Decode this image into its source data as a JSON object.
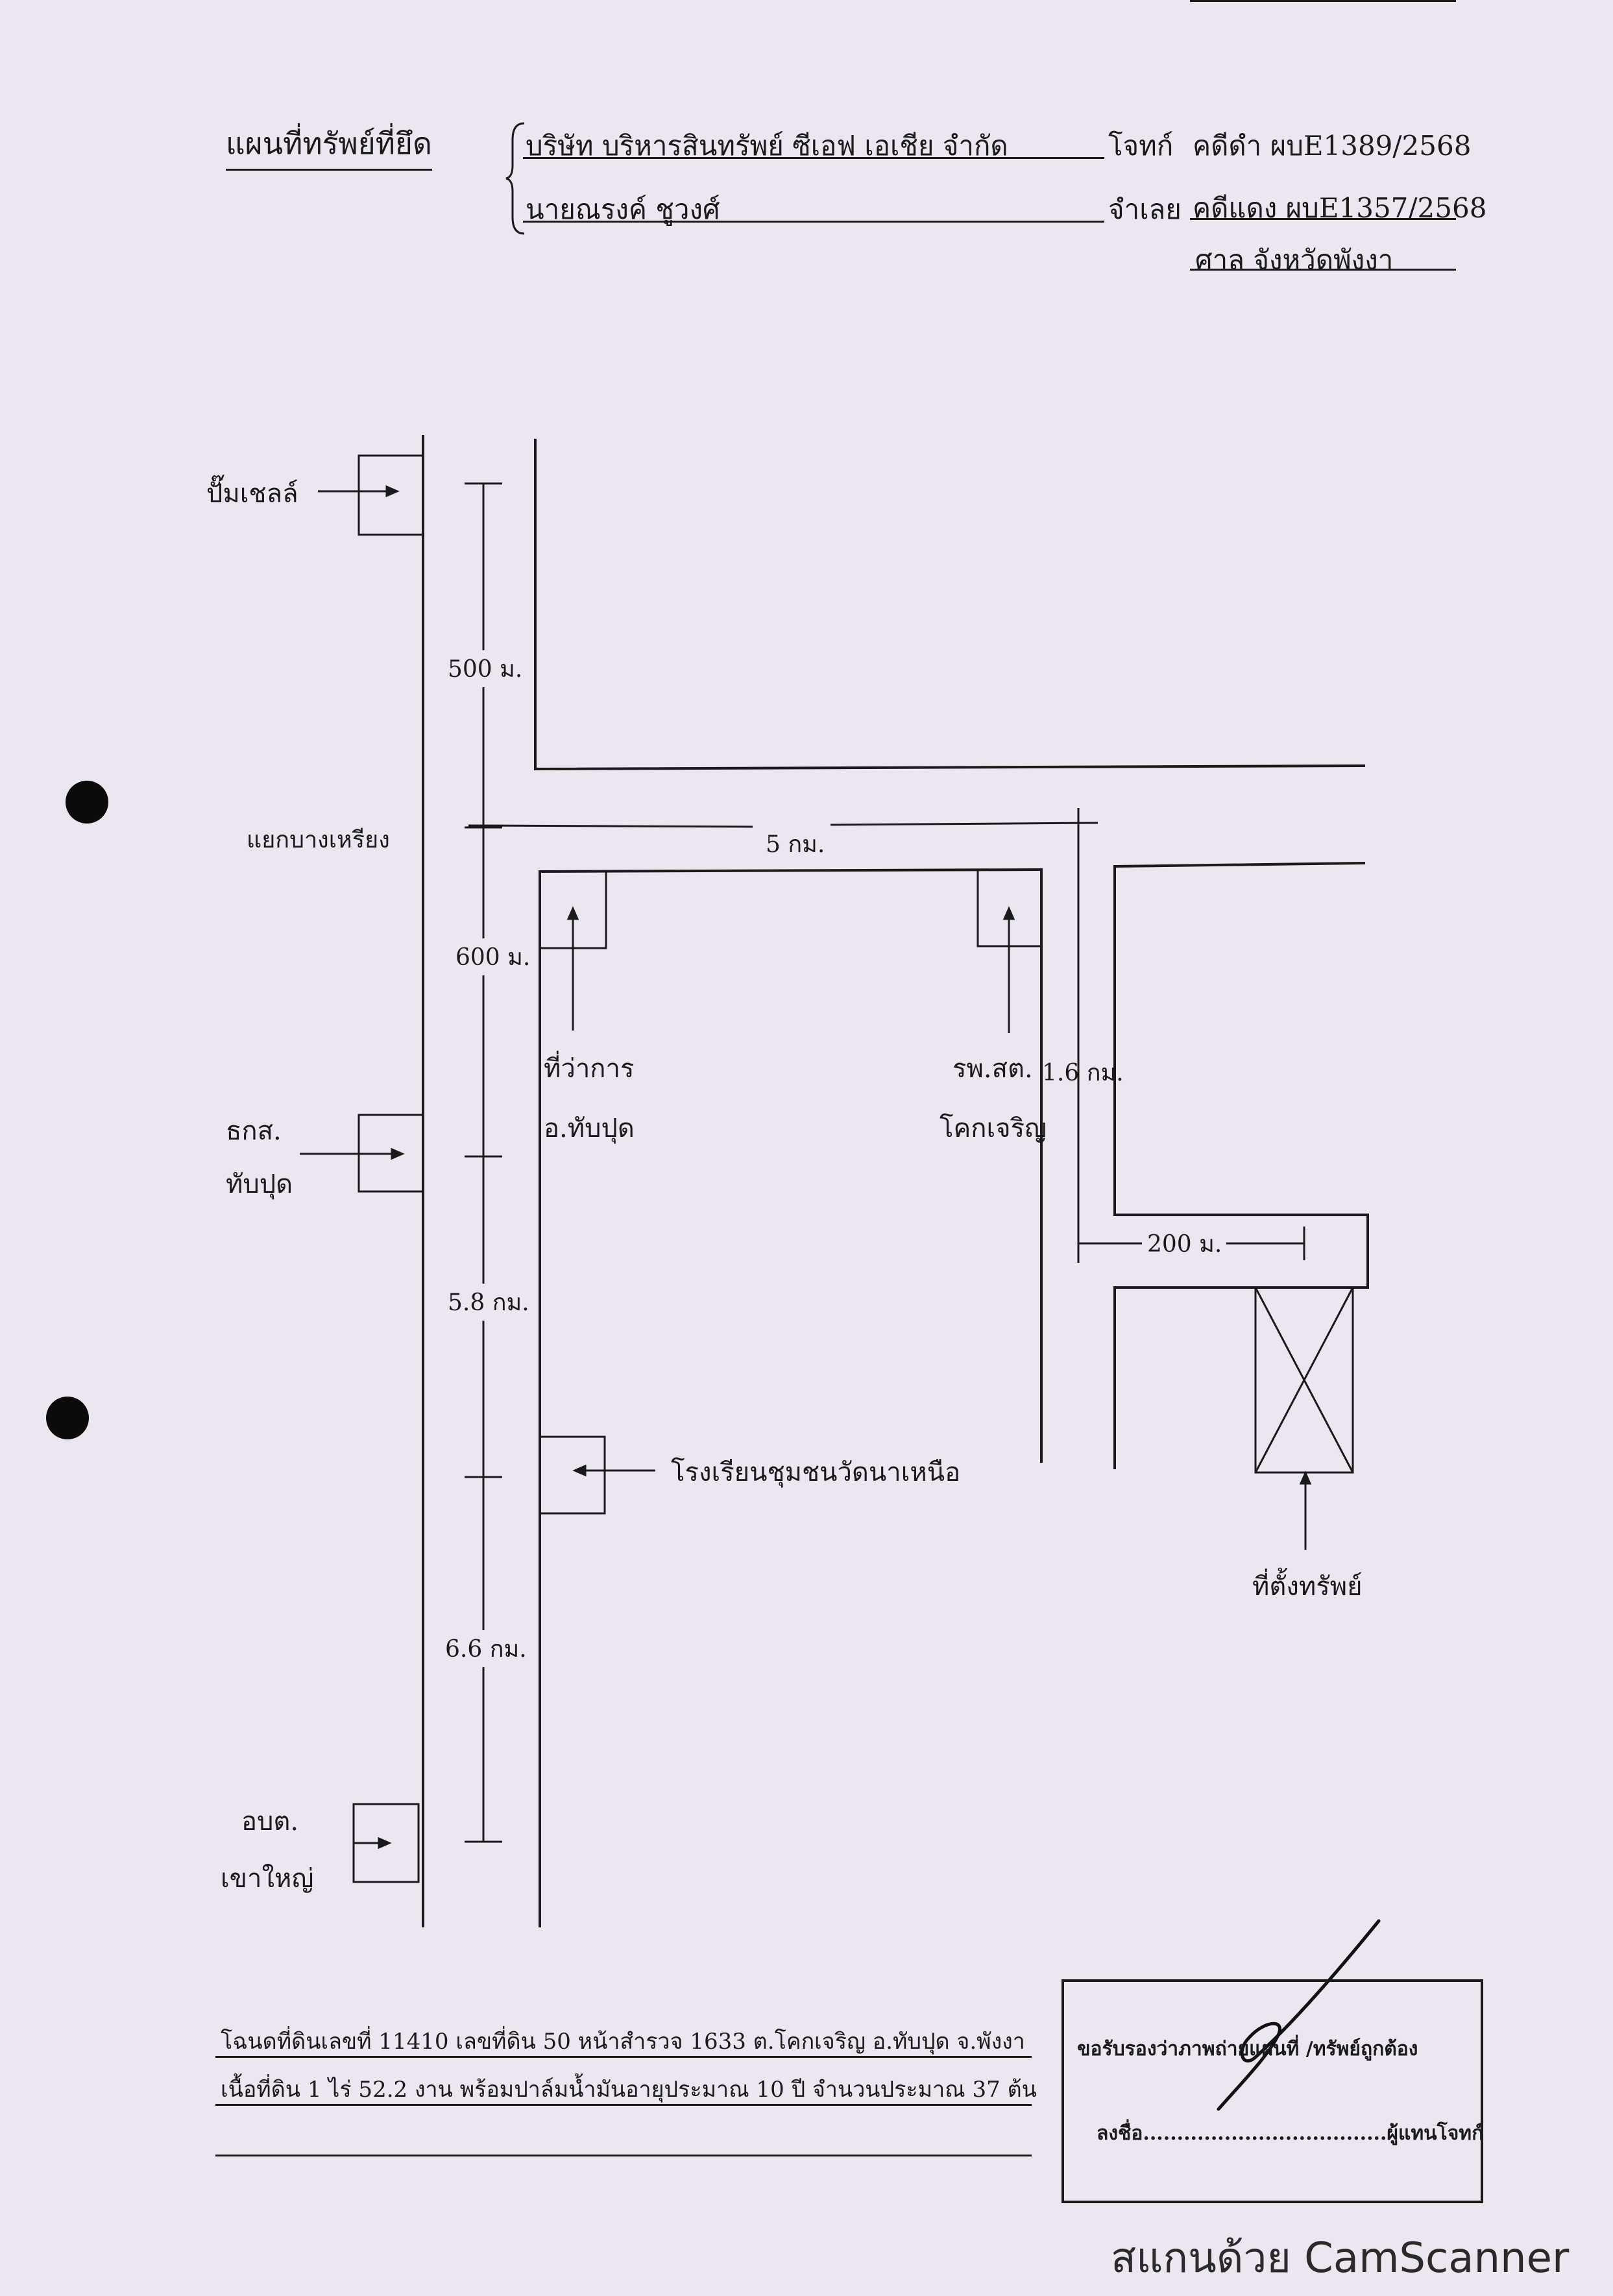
{
  "header": {
    "title": "แผนที่ทรัพย์ที่ยึด",
    "plaintiff": "บริษัท บริหารสินทรัพย์ ซีเอฟ เอเชีย จำกัด",
    "defendant": "นายณรงค์  ชูวงศ์",
    "plaintiff_label": "โจทก์",
    "defendant_label": "จำเลย",
    "black_case": "คดีดำ   ผบE1389/2568",
    "red_case": "คดีแดง  ผบE1357/2568",
    "court": "ศาล    จังหวัดพังงา"
  },
  "map": {
    "landmarks": {
      "shell_pump": "ปั๊มเชลล์",
      "junction": "แยกบางเหรียง",
      "district_office_line1": "ที่ว่าการ",
      "district_office_line2": "อ.ทับปุด",
      "hospital_line1": "รพ.สต.",
      "hospital_line2": "โคกเจริญ",
      "baac_line1": "ธกส.",
      "baac_line2": "ทับปุด",
      "school": "โรงเรียนชุมชนวัดนาเหนือ",
      "sao_line1": "อบต.",
      "sao_line2": "เขาใหญ่",
      "property": "ที่ตั้งทรัพย์"
    },
    "distances": {
      "d500m": "500 ม.",
      "d600m": "600 ม.",
      "d58km": "5.8 กม.",
      "d66km": "6.6 กม.",
      "d5km": "5 กม.",
      "d16km": "1.6 กม.",
      "d200m": "200 ม."
    }
  },
  "footer": {
    "line1": "โฉนดที่ดินเลขที่ 11410 เลขที่ดิน 50 หน้าสำรวจ 1633 ต.โคกเจริญ อ.ทับปุด จ.พังงา",
    "line2": "เนื้อที่ดิน 1 ไร่ 52.2 งาน พร้อมปาล์มน้ำมันอายุประมาณ 10 ปี จำนวนประมาณ 37 ต้น",
    "certify": "ขอรับรองว่าภาพถ่ายแผนที่ /ทรัพย์ถูกต้อง",
    "sign": "ลงชื่อ....................................ผู้แทนโจทก์"
  },
  "watermark": "สแกนด้วย CamScanner"
}
